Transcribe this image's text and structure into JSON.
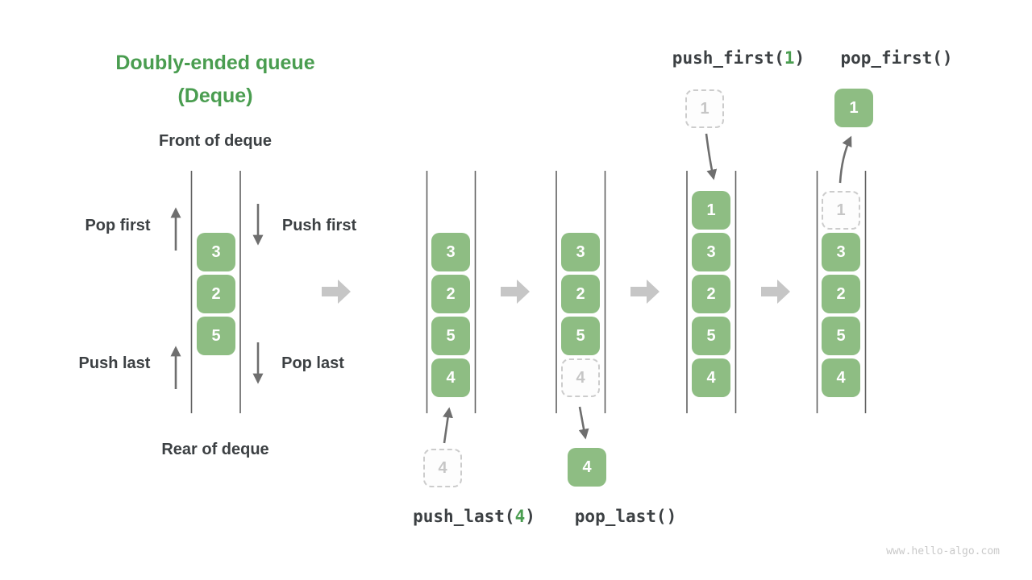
{
  "colors": {
    "green": "#8ebd83",
    "accent_green": "#4a9d50",
    "text_dark": "#3c4043",
    "rail": "#616161",
    "arrow": "#6e6e6e",
    "block_arrow": "#c6c6c6",
    "ghost_border": "#cccccc",
    "ghost_fill": "#fdfdfd",
    "ghost_text": "#c6c6c6",
    "watermark": "#c9c9c9",
    "cell_text": "#ffffff"
  },
  "title": {
    "line1": "Doubly-ended queue",
    "line2": "(Deque)"
  },
  "side_labels": {
    "front": "Front of deque",
    "rear": "Rear of deque",
    "pop_first": "Pop first",
    "push_first": "Push first",
    "push_last": "Push last",
    "pop_last": "Pop last"
  },
  "operations": {
    "push_last": {
      "pre": "push_last(",
      "arg": "4",
      "post": ")"
    },
    "pop_last": {
      "pre": "pop_last()",
      "arg": "",
      "post": ""
    },
    "push_first": {
      "pre": "push_first(",
      "arg": "1",
      "post": ")"
    },
    "pop_first": {
      "pre": "pop_first()",
      "arg": "",
      "post": ""
    }
  },
  "queues": [
    {
      "cells": [
        "3",
        "2",
        "5"
      ]
    },
    {
      "cells": [
        "3",
        "2",
        "5",
        "4"
      ]
    },
    {
      "cells": [
        "3",
        "2",
        "5",
        "4"
      ]
    },
    {
      "cells": [
        "1",
        "3",
        "2",
        "5",
        "4"
      ]
    },
    {
      "cells": [
        "1",
        "3",
        "2",
        "5",
        "4"
      ]
    }
  ],
  "floating_cells": {
    "push_last_new": "4",
    "pop_last_removed": "4",
    "push_first_new": "1",
    "pop_first_removed": "1"
  },
  "watermark": "www.hello-algo.com"
}
